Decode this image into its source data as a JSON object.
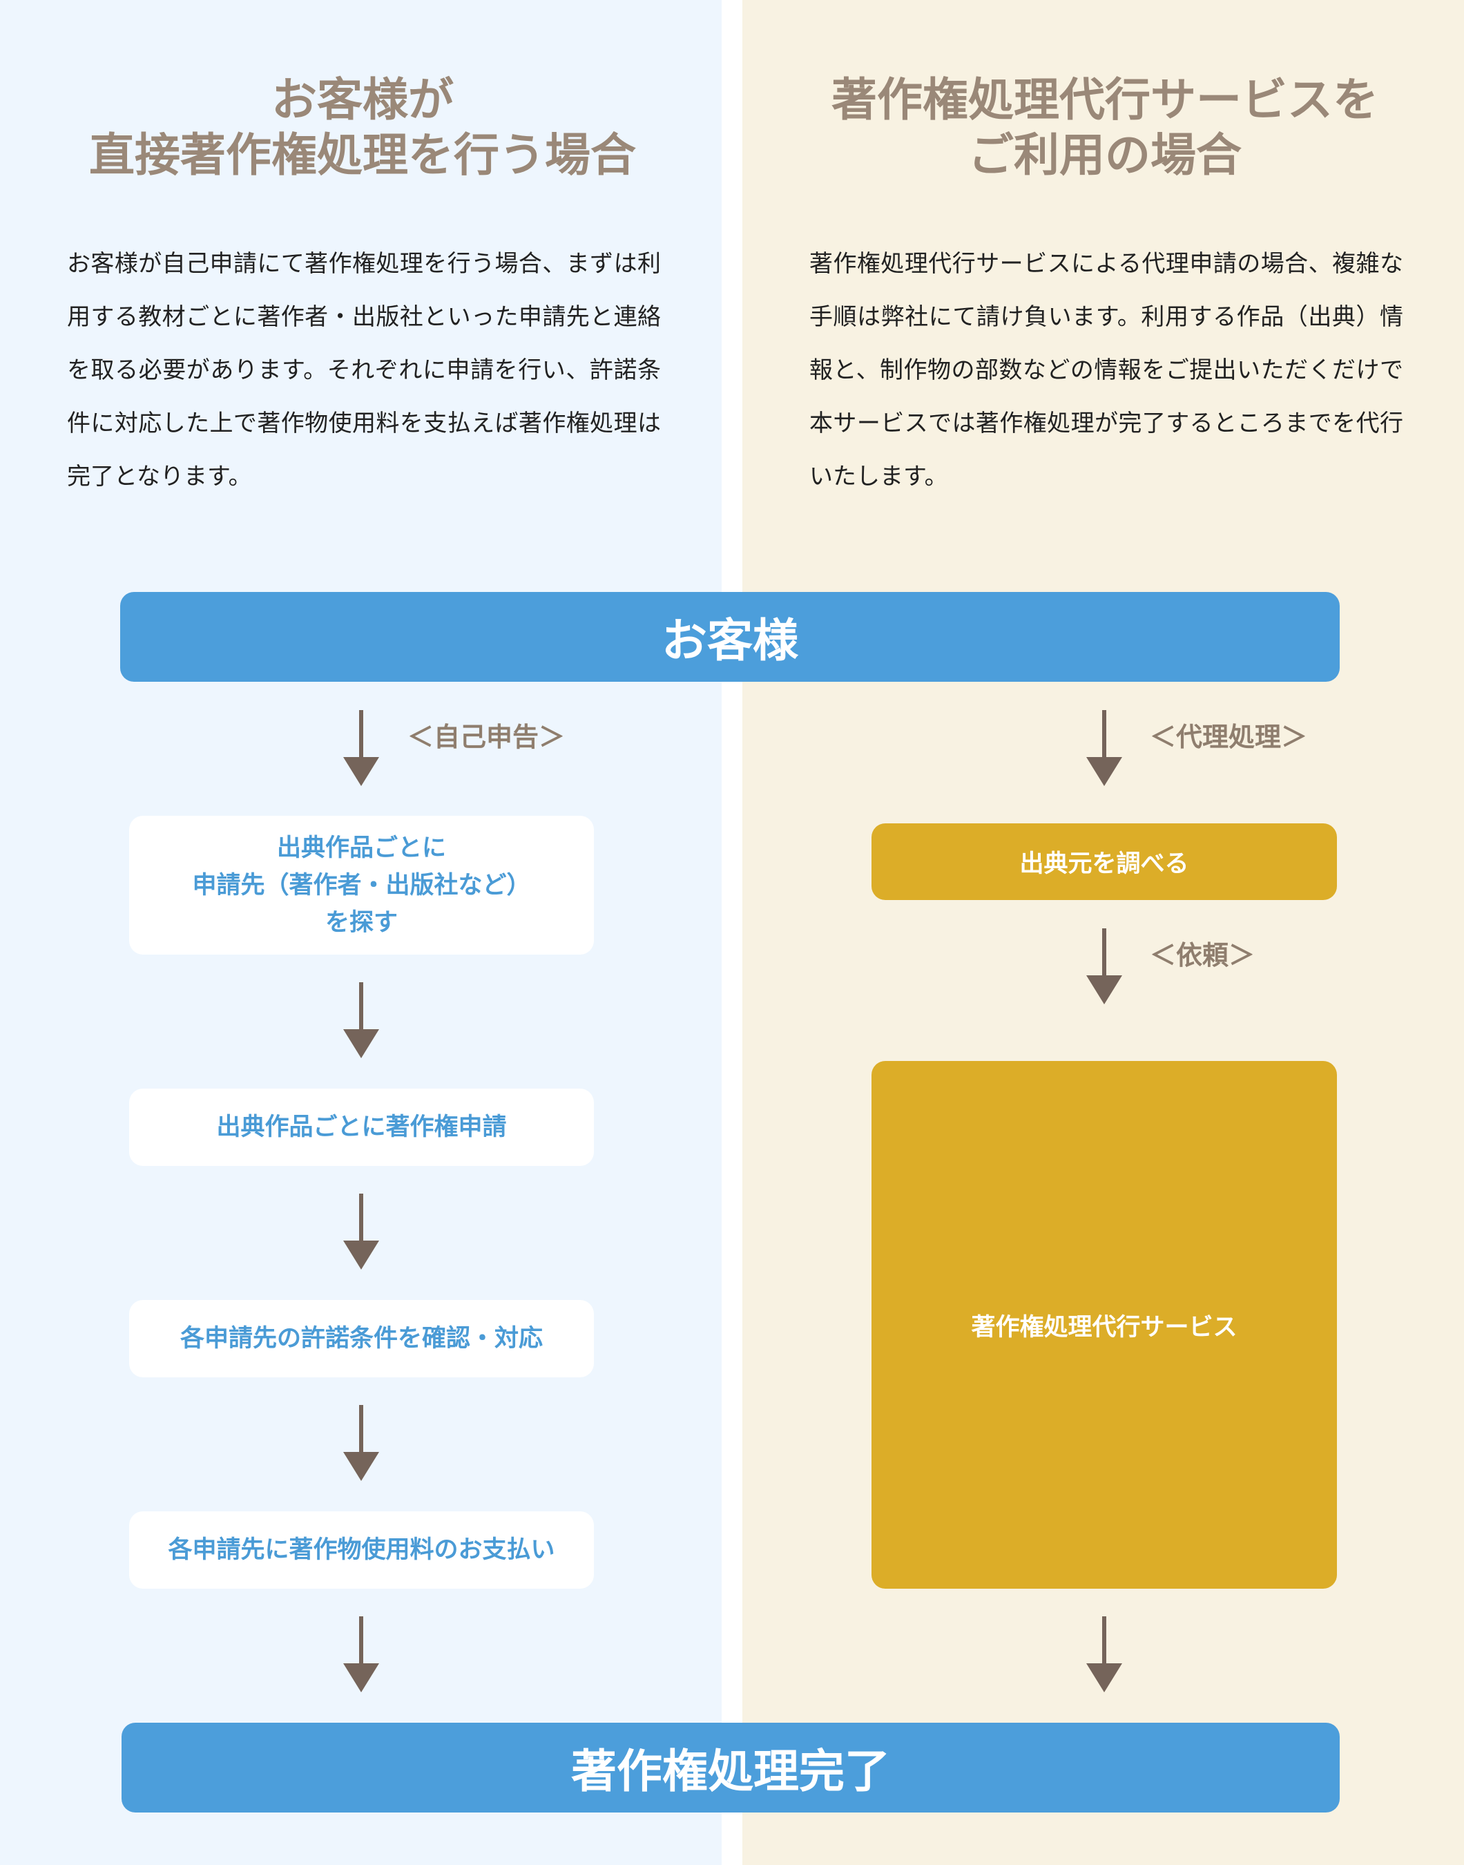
{
  "left": {
    "title": "お客様が\n直接著作権処理を行う場合",
    "description": "お客様が自己申請にて著作権処理を行う場合、まずは利用する教材ごとに著作者・出版社といった申請先と連絡を取る必要があります。それぞれに申請を行い、許諾条件に対応した上で著作物使用料を支払えば著作権処理は完了となります。",
    "arrow_label": "＜自己申告＞",
    "steps": [
      "出典作品ごとに\n申請先（著作者・出版社など）\nを探す",
      "出典作品ごとに著作権申請",
      "各申請先の許諾条件を確認・対応",
      "各申請先に著作物使用料のお支払い"
    ]
  },
  "right": {
    "title": "著作権処理代行サービスを\nご利用の場合",
    "description": "著作権処理代行サービスによる代理申請の場合、複雑な手順は弊社にて請け負います。利用する作品（出典）情報と、制作物の部数などの情報をご提出いただくだけで本サービスでは著作権処理が完了するところまでを代行いたします。",
    "arrow_label": "＜代理処理＞",
    "request_label": "＜依頼＞",
    "steps": [
      "出典元を調べる",
      "著作権処理代行サービス"
    ]
  },
  "top_banner": "お客様",
  "bottom_banner": "著作権処理完了",
  "colors": {
    "left_bg": "#eef6fe",
    "right_bg": "#f8f2e2",
    "banner": "#4c9edb",
    "gold": "#dcad28",
    "title": "#9a8878",
    "arrow": "#75645a",
    "step_text": "#4a9bd6"
  }
}
